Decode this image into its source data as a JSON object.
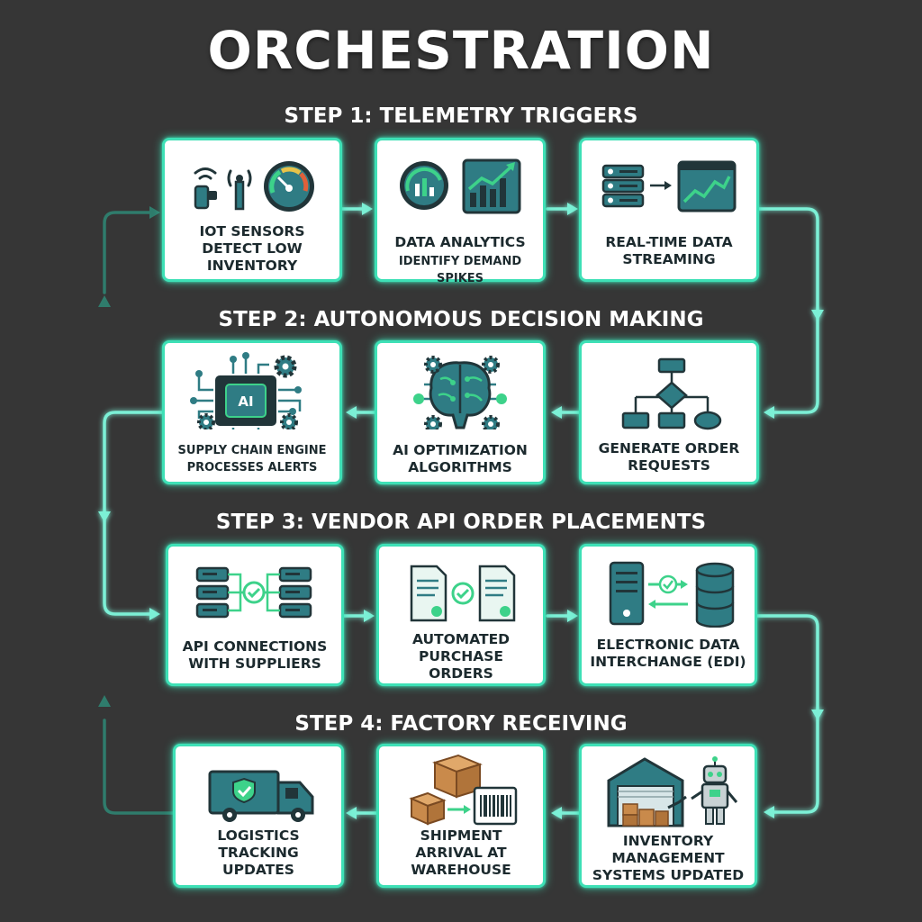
{
  "title": "ORCHESTRATION",
  "colors": {
    "background": "#363636",
    "card_border": "#3ee0b6",
    "icon_teal": "#2f7c84",
    "icon_dark": "#213539",
    "icon_green": "#3dd28a",
    "arrow": "#7cf0d6"
  },
  "steps": [
    {
      "heading": "STEP 1: TELEMETRY TRIGGERS",
      "cards": [
        {
          "label": "IOT SENSORS\nDETECT LOW\nINVENTORY",
          "icon": "iot-sensors-gauge-icon"
        },
        {
          "label": "DATA ANALYTICS",
          "sublabel": "IDENTIFY DEMAND SPIKES",
          "icon": "analytics-gauge-chart-icon"
        },
        {
          "label": "REAL-TIME DATA\nSTREAMING",
          "icon": "server-to-monitor-icon"
        }
      ]
    },
    {
      "heading": "STEP 2: AUTONOMOUS DECISION MAKING",
      "cards": [
        {
          "label": "SUPPLY CHAIN ENGINE\nPROCESSES ALERTS",
          "icon": "ai-chip-gears-icon"
        },
        {
          "label": "AI OPTIMIZATION\nALGORITHMS",
          "icon": "brain-gears-icon"
        },
        {
          "label": "GENERATE ORDER\nREQUESTS",
          "icon": "flowchart-icon"
        }
      ]
    },
    {
      "heading": "STEP 3: VENDOR API ORDER PLACEMENTS",
      "cards": [
        {
          "label": "API CONNECTIONS\nWITH SUPPLIERS",
          "icon": "server-network-check-icon"
        },
        {
          "label": "AUTOMATED\nPURCHASE\nORDERS",
          "icon": "documents-check-icon"
        },
        {
          "label": "ELECTRONIC DATA\nINTERCHANGE (EDI)",
          "icon": "server-database-exchange-icon"
        }
      ]
    },
    {
      "heading": "STEP 4: FACTORY RECEIVING",
      "cards": [
        {
          "label": "LOGISTICS\nTRACKING\nUPDATES",
          "icon": "delivery-truck-icon"
        },
        {
          "label": "SHIPMENT\nARRIVAL AT\nWAREHOUSE",
          "icon": "boxes-barcode-icon"
        },
        {
          "label": "INVENTORY\nMANAGEMENT\nSYSTEMS UPDATED",
          "icon": "warehouse-robot-icon"
        }
      ]
    }
  ]
}
